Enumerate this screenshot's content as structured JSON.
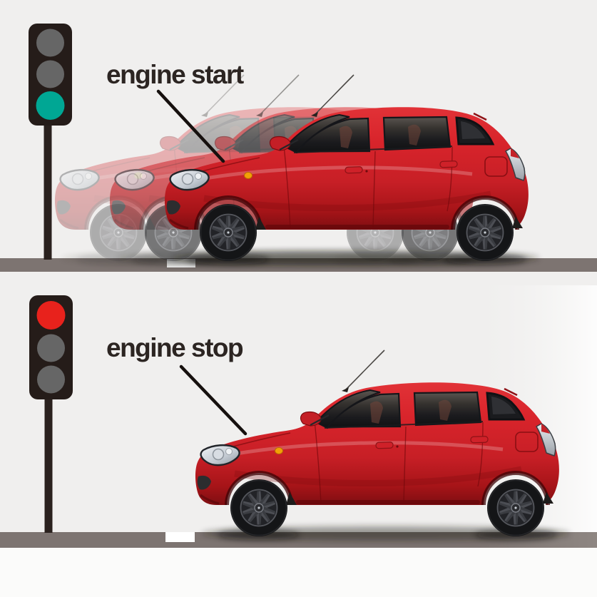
{
  "panels": [
    {
      "id": "start",
      "label": "engine start",
      "traffic_light": {
        "lights": [
          "off",
          "off",
          "green"
        ]
      },
      "car": "red hatchback pulling away with motion-trail ghost images"
    },
    {
      "id": "stop",
      "label": "engine stop",
      "traffic_light": {
        "lights": [
          "red",
          "off",
          "off"
        ]
      },
      "car": "red hatchback stopped at the stop line"
    }
  ],
  "colors": {
    "background": "#f0efee",
    "road": "#7d7471",
    "road_fade": "#8e8682",
    "below_road": "#fbfbfa",
    "stop_line": "#ffffff",
    "light_green": "#00a794",
    "light_red": "#e8221c",
    "light_off": "#666666",
    "light_housing": "#251c19",
    "pole": "#2a211e",
    "car_body": "#d6242b",
    "label_text": "#2c2522"
  }
}
